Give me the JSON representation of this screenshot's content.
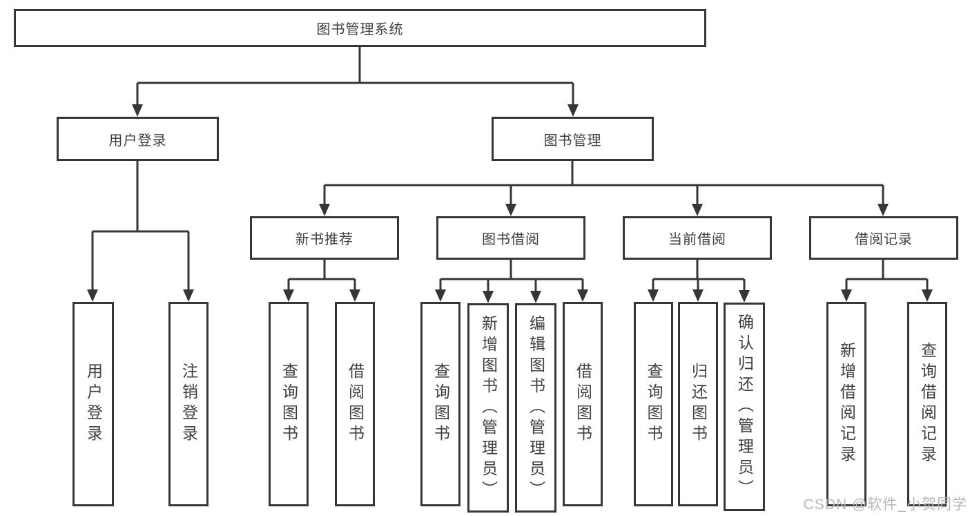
{
  "tree": {
    "root": "图书管理系统",
    "branches": [
      {
        "label": "用户登录",
        "children": [
          "用户登录",
          "注销登录"
        ]
      },
      {
        "label": "图书管理",
        "groups": [
          {
            "label": "新书推荐",
            "children": [
              "查询图书",
              "借阅图书"
            ]
          },
          {
            "label": "图书借阅",
            "children": [
              "查询图书",
              "新增图书（管理员）",
              "编辑图书（管理员）",
              "借阅图书"
            ]
          },
          {
            "label": "当前借阅",
            "children": [
              "查询图书",
              "归还图书",
              "确认归还（管理员）"
            ]
          },
          {
            "label": "借阅记录",
            "children": [
              "新增借阅记录",
              "查询借阅记录"
            ]
          }
        ]
      }
    ]
  },
  "watermark": "CSDN @软件_小贺同学",
  "colors": {
    "line": "#363636",
    "text": "#3f3f3f",
    "background": "#ffffff",
    "watermark": "#b7b7b7"
  }
}
